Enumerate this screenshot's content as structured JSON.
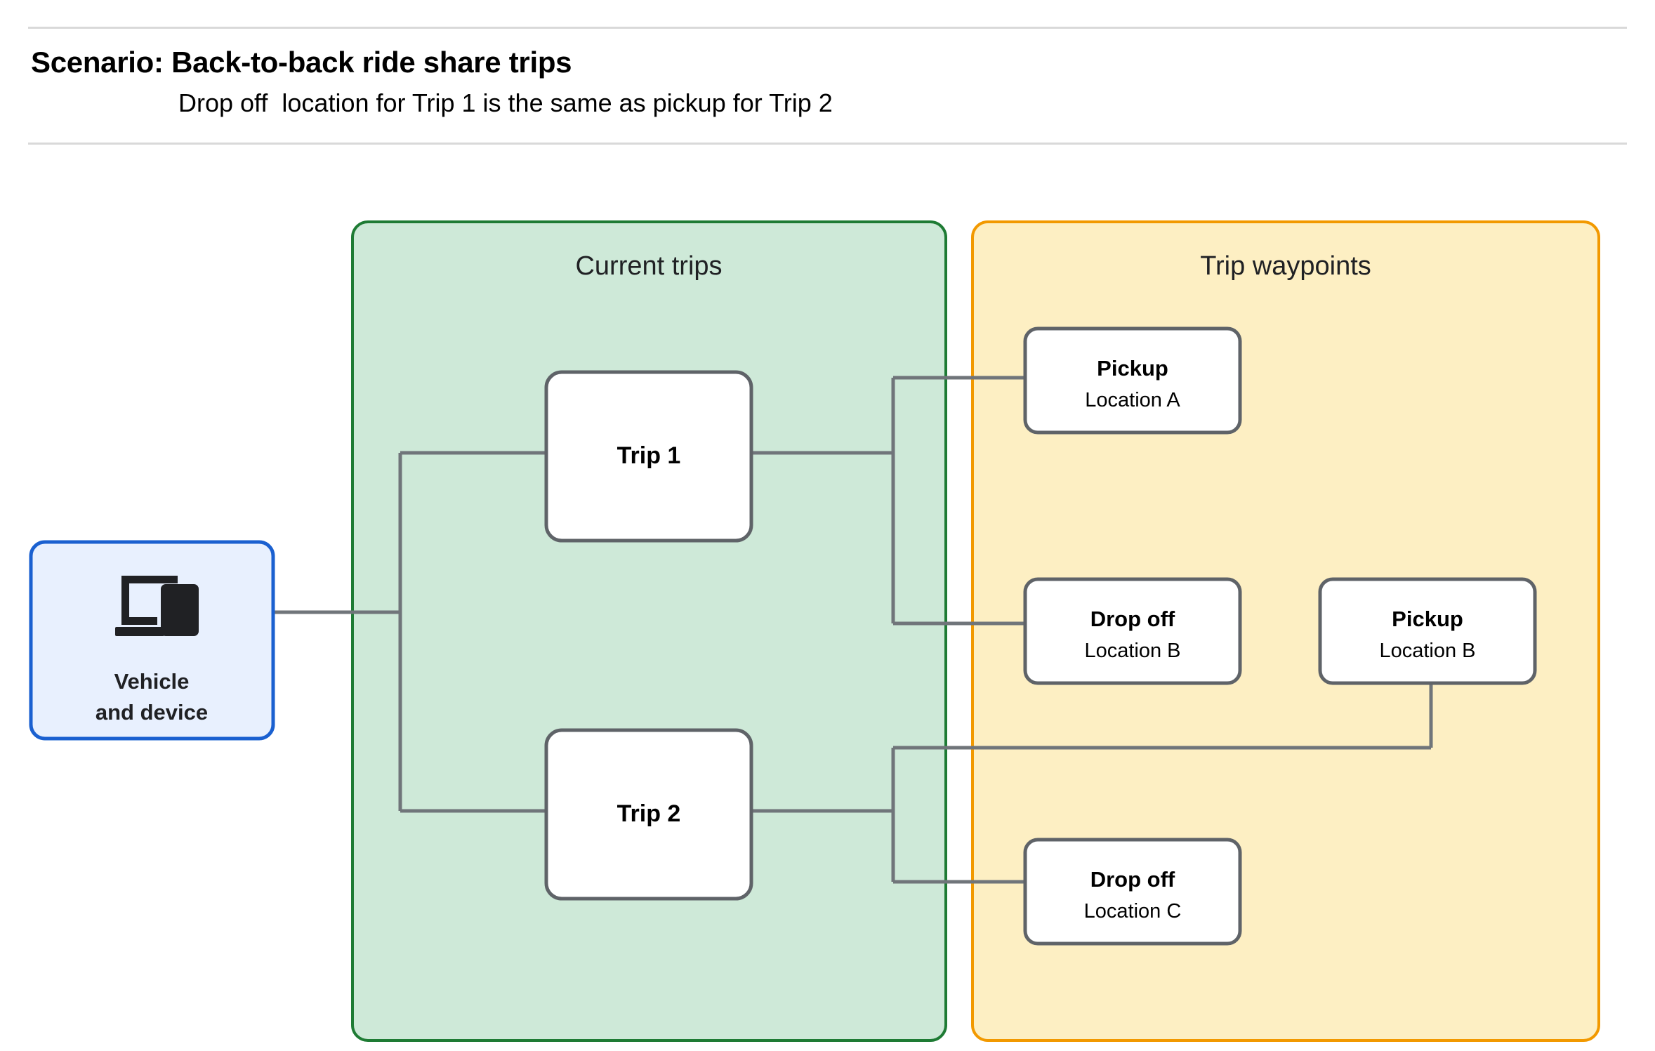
{
  "header": {
    "title": "Scenario: Back-to-back ride share trips",
    "subtitle": "Drop off  location for Trip 1 is the same as pickup for Trip 2"
  },
  "colors": {
    "current_trips_fill": "#CEE9D8",
    "current_trips_stroke": "#1E7B34",
    "trip_waypoints_fill": "#FDEFC3",
    "trip_waypoints_stroke": "#F29900",
    "vehicle_fill": "#E8F0FE",
    "vehicle_stroke": "#1A60D0",
    "node_stroke": "#5F6368",
    "node_fill": "#FFFFFF",
    "edge_stroke": "#70757A",
    "rule": "#D9D9D9"
  },
  "groups": {
    "current_trips": {
      "label": "Current trips"
    },
    "trip_waypoints": {
      "label": "Trip waypoints"
    }
  },
  "vehicle": {
    "icon": "devices-icon",
    "line1": "Vehicle",
    "line2": "and device"
  },
  "trips": [
    {
      "id": "trip-1",
      "label": "Trip 1"
    },
    {
      "id": "trip-2",
      "label": "Trip 2"
    }
  ],
  "waypoints": [
    {
      "id": "pickup-a",
      "title": "Pickup",
      "subtitle": "Location A"
    },
    {
      "id": "dropoff-b",
      "title": "Drop off",
      "subtitle": "Location B"
    },
    {
      "id": "pickup-b",
      "title": "Pickup",
      "subtitle": "Location B"
    },
    {
      "id": "dropoff-c",
      "title": "Drop off",
      "subtitle": "Location C"
    }
  ]
}
